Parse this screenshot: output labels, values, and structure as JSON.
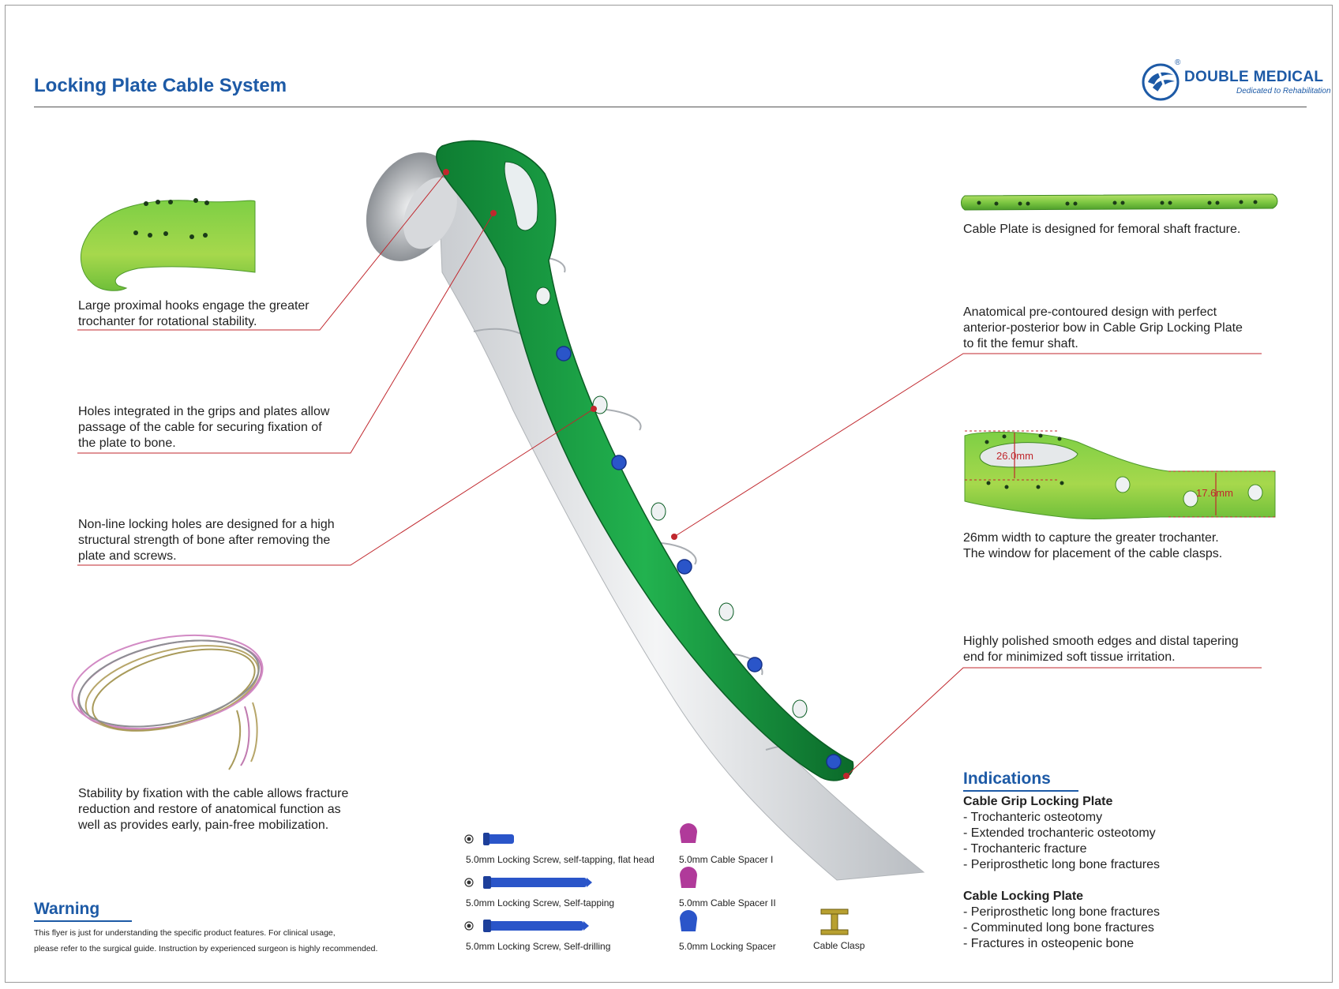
{
  "header": {
    "title": "Locking Plate Cable System",
    "brand_name": "DOUBLE MEDICAL",
    "brand_tagline": "Dedicated to Rehabilitation",
    "brand_registered": "®"
  },
  "left_callouts": [
    {
      "lines": [
        "Large proximal hooks engage the greater",
        "trochanter for rotational stability."
      ]
    },
    {
      "lines": [
        "Holes integrated in the grips and plates allow",
        "passage of the cable for securing fixation of",
        "the plate to bone."
      ]
    },
    {
      "lines": [
        "Non-line locking holes are designed for a high",
        "structural strength of bone after removing the",
        "plate and screws."
      ]
    },
    {
      "lines": [
        "Stability by fixation with the cable allows fracture",
        "reduction and restore of anatomical function as",
        "well as provides early, pain-free mobilization."
      ]
    }
  ],
  "right_callouts": [
    {
      "lines": [
        "Cable Plate is designed for femoral shaft fracture."
      ]
    },
    {
      "lines": [
        "Anatomical pre-contoured design with perfect",
        "anterior-posterior bow in Cable Grip Locking Plate",
        "to fit the femur shaft."
      ]
    },
    {
      "lines": [
        "26mm width to capture the greater trochanter.",
        "The window for placement of the cable clasps."
      ]
    },
    {
      "lines": [
        "Highly polished smooth edges and distal tapering",
        "end for minimized soft tissue irritation."
      ]
    }
  ],
  "dimensions": {
    "width_proximal": "26.0mm",
    "width_distal": "17.6mm"
  },
  "indications": {
    "title": "Indications",
    "groups": [
      {
        "name": "Cable Grip Locking Plate",
        "items": [
          "- Trochanteric osteotomy",
          "- Extended trochanteric osteotomy",
          "- Trochanteric fracture",
          "- Periprosthetic long bone fractures"
        ]
      },
      {
        "name": "Cable Locking Plate",
        "items": [
          "- Periprosthetic long bone fractures",
          "- Comminuted long bone fractures",
          "- Fractures in osteopenic bone"
        ]
      }
    ]
  },
  "warning": {
    "title": "Warning",
    "lines": [
      "This flyer is just for understanding the specific product features. For clinical usage,",
      "please refer to the surgical guide. Instruction by experienced surgeon is highly recommended."
    ]
  },
  "components": {
    "screws": [
      {
        "label": "5.0mm Locking Screw, self-tapping, flat head"
      },
      {
        "label": "5.0mm Locking Screw, Self-tapping"
      },
      {
        "label": "5.0mm Locking Screw, Self-drilling"
      }
    ],
    "spacers": [
      {
        "label": "5.0mm Cable Spacer I"
      },
      {
        "label": "5.0mm Cable Spacer II"
      },
      {
        "label": "5.0mm Locking Spacer"
      }
    ],
    "clasp": {
      "label": "Cable Clasp"
    }
  },
  "colors": {
    "brand_blue": "#1d5aa6",
    "plate_green": "#1aa84a",
    "leader_red": "#c0272d",
    "screw_blue": "#2a55c9",
    "spacer_magenta": "#b03a9a"
  }
}
